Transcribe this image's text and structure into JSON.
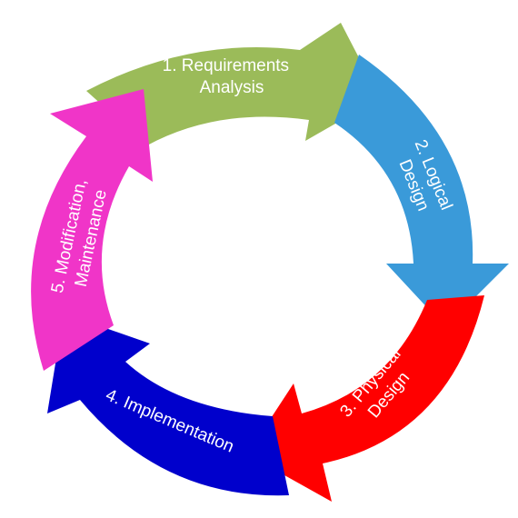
{
  "diagram": {
    "stages": [
      {
        "id": "requirements-analysis",
        "lines": [
          "1. Requirements",
          "Analysis"
        ],
        "color": "#9BBB59"
      },
      {
        "id": "logical-design",
        "lines": [
          "2. Logical",
          "Design"
        ],
        "color": "#3A9AD9"
      },
      {
        "id": "physical-design",
        "lines": [
          "3. Physical",
          "Design"
        ],
        "color": "#FF0000"
      },
      {
        "id": "implementation",
        "lines": [
          "4. Implementation"
        ],
        "color": "#0000CC"
      },
      {
        "id": "modification-maintenance",
        "lines": [
          "5. Modification,",
          "Maintenance"
        ],
        "color": "#F035C8"
      }
    ]
  }
}
